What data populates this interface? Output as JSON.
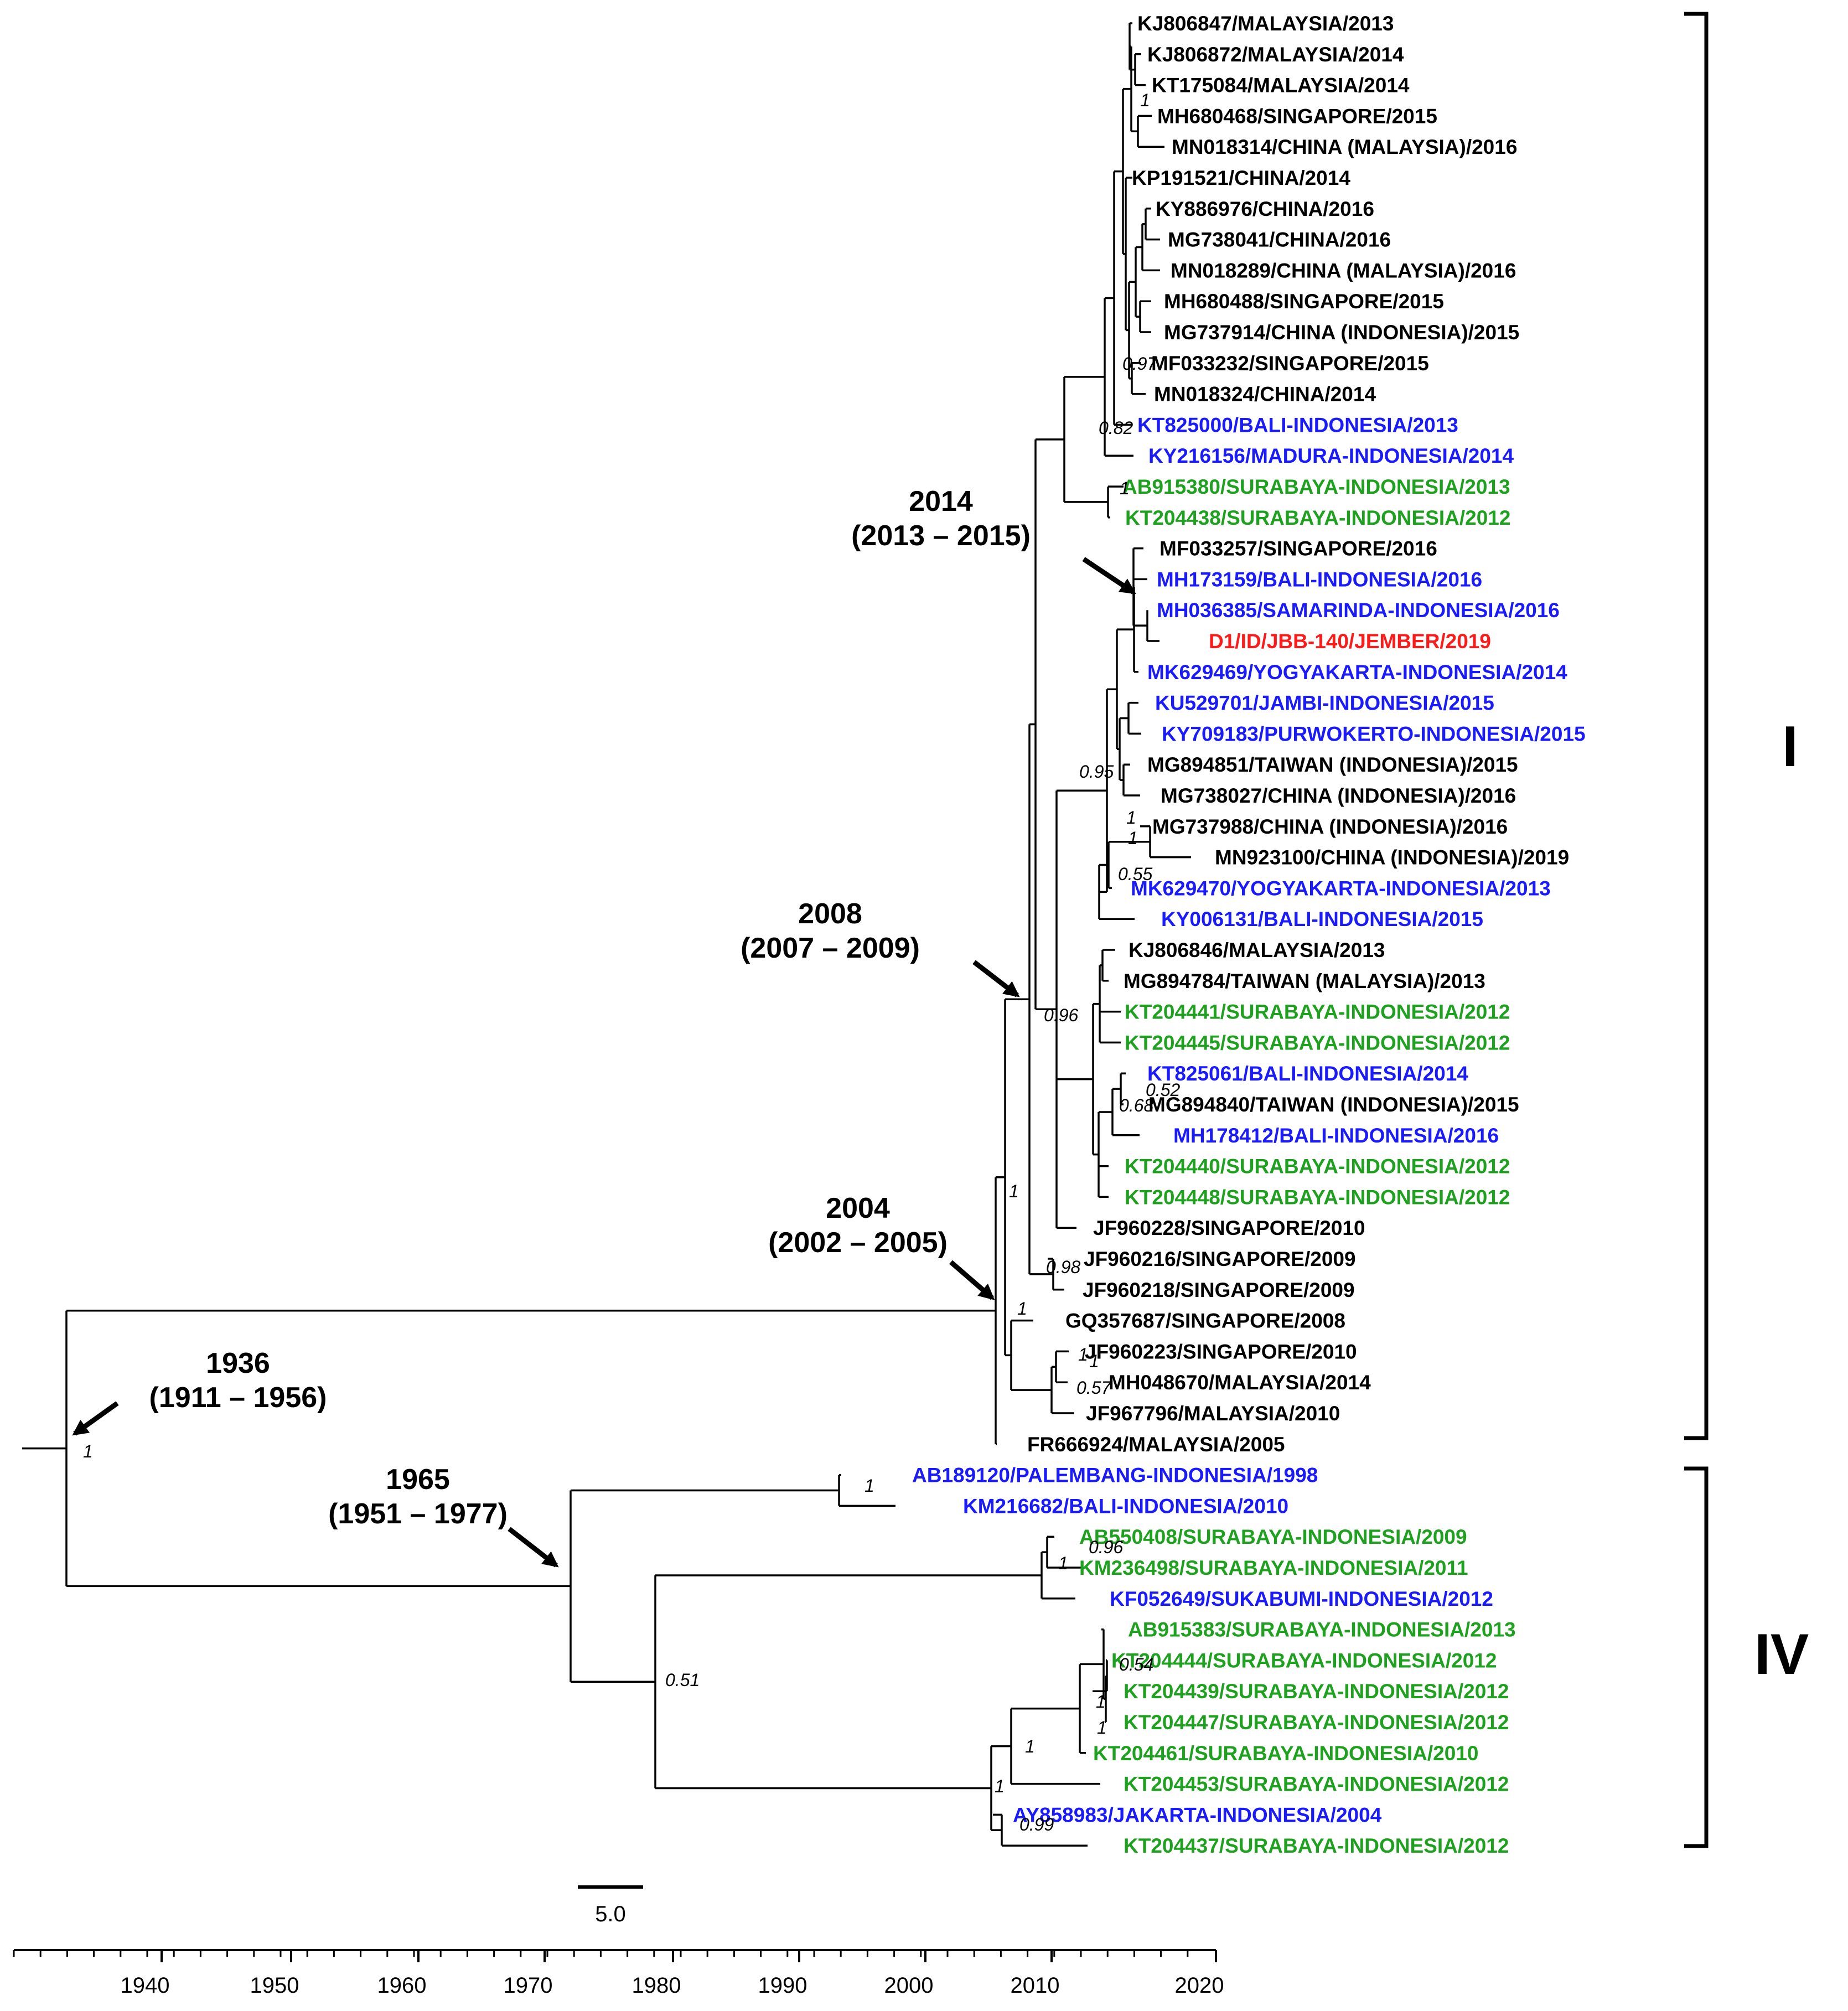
{
  "colors": {
    "black": "#000000",
    "blue": "#1a1aff",
    "green": "#1ea11e",
    "red": "#ff1a1a"
  },
  "tips": [
    {
      "label": "KJ806847/MALAYSIA/2013",
      "color": "black"
    },
    {
      "label": "KJ806872/MALAYSIA/2014",
      "color": "black"
    },
    {
      "label": "KT175084/MALAYSIA/2014",
      "color": "black"
    },
    {
      "label": "MH680468/SINGAPORE/2015",
      "color": "black"
    },
    {
      "label": "MN018314/CHINA (MALAYSIA)/2016",
      "color": "black"
    },
    {
      "label": "KP191521/CHINA/2014",
      "color": "black"
    },
    {
      "label": "KY886976/CHINA/2016",
      "color": "black"
    },
    {
      "label": "MG738041/CHINA/2016",
      "color": "black"
    },
    {
      "label": "MN018289/CHINA (MALAYSIA)/2016",
      "color": "black"
    },
    {
      "label": "MH680488/SINGAPORE/2015",
      "color": "black"
    },
    {
      "label": "MG737914/CHINA (INDONESIA)/2015",
      "color": "black"
    },
    {
      "label": "MF033232/SINGAPORE/2015",
      "color": "black"
    },
    {
      "label": "MN018324/CHINA/2014",
      "color": "black"
    },
    {
      "label": "KT825000/BALI-INDONESIA/2013",
      "color": "blue"
    },
    {
      "label": "KY216156/MADURA-INDONESIA/2014",
      "color": "blue"
    },
    {
      "label": "AB915380/SURABAYA-INDONESIA/2013",
      "color": "green"
    },
    {
      "label": "KT204438/SURABAYA-INDONESIA/2012",
      "color": "green"
    },
    {
      "label": "MF033257/SINGAPORE/2016",
      "color": "black"
    },
    {
      "label": "MH173159/BALI-INDONESIA/2016",
      "color": "blue"
    },
    {
      "label": "MH036385/SAMARINDA-INDONESIA/2016",
      "color": "blue"
    },
    {
      "label": "D1/ID/JBB-140/JEMBER/2019",
      "color": "red"
    },
    {
      "label": "MK629469/YOGYAKARTA-INDONESIA/2014",
      "color": "blue"
    },
    {
      "label": "KU529701/JAMBI-INDONESIA/2015",
      "color": "blue"
    },
    {
      "label": "KY709183/PURWOKERTO-INDONESIA/2015",
      "color": "blue"
    },
    {
      "label": "MG894851/TAIWAN (INDONESIA)/2015",
      "color": "black"
    },
    {
      "label": "MG738027/CHINA (INDONESIA)/2016",
      "color": "black"
    },
    {
      "label": "MG737988/CHINA (INDONESIA)/2016",
      "color": "black"
    },
    {
      "label": "MN923100/CHINA (INDONESIA)/2019",
      "color": "black"
    },
    {
      "label": "MK629470/YOGYAKARTA-INDONESIA/2013",
      "color": "blue"
    },
    {
      "label": "KY006131/BALI-INDONESIA/2015",
      "color": "blue"
    },
    {
      "label": "KJ806846/MALAYSIA/2013",
      "color": "black"
    },
    {
      "label": "MG894784/TAIWAN (MALAYSIA)/2013",
      "color": "black"
    },
    {
      "label": "KT204441/SURABAYA-INDONESIA/2012",
      "color": "green"
    },
    {
      "label": "KT204445/SURABAYA-INDONESIA/2012",
      "color": "green"
    },
    {
      "label": "KT825061/BALI-INDONESIA/2014",
      "color": "blue"
    },
    {
      "label": "MG894840/TAIWAN (INDONESIA)/2015",
      "color": "black"
    },
    {
      "label": "MH178412/BALI-INDONESIA/2016",
      "color": "blue"
    },
    {
      "label": "KT204440/SURABAYA-INDONESIA/2012",
      "color": "green"
    },
    {
      "label": "KT204448/SURABAYA-INDONESIA/2012",
      "color": "green"
    },
    {
      "label": "JF960228/SINGAPORE/2010",
      "color": "black"
    },
    {
      "label": "JF960216/SINGAPORE/2009",
      "color": "black"
    },
    {
      "label": "JF960218/SINGAPORE/2009",
      "color": "black"
    },
    {
      "label": "GQ357687/SINGAPORE/2008",
      "color": "black"
    },
    {
      "label": "JF960223/SINGAPORE/2010",
      "color": "black"
    },
    {
      "label": "MH048670/MALAYSIA/2014",
      "color": "black"
    },
    {
      "label": "JF967796/MALAYSIA/2010",
      "color": "black"
    },
    {
      "label": "FR666924/MALAYSIA/2005",
      "color": "black"
    },
    {
      "label": "AB189120/PALEMBANG-INDONESIA/1998",
      "color": "blue"
    },
    {
      "label": "KM216682/BALI-INDONESIA/2010",
      "color": "blue"
    },
    {
      "label": "AB550408/SURABAYA-INDONESIA/2009",
      "color": "green"
    },
    {
      "label": "KM236498/SURABAYA-INDONESIA/2011",
      "color": "green"
    },
    {
      "label": "KF052649/SUKABUMI-INDONESIA/2012",
      "color": "blue"
    },
    {
      "label": "AB915383/SURABAYA-INDONESIA/2013",
      "color": "green"
    },
    {
      "label": "KT204444/SURABAYA-INDONESIA/2012",
      "color": "green"
    },
    {
      "label": "KT204439/SURABAYA-INDONESIA/2012",
      "color": "green"
    },
    {
      "label": "KT204447/SURABAYA-INDONESIA/2012",
      "color": "green"
    },
    {
      "label": "KT204461/SURABAYA-INDONESIA/2010",
      "color": "green"
    },
    {
      "label": "KT204453/SURABAYA-INDONESIA/2012",
      "color": "green"
    },
    {
      "label": "AY858983/JAKARTA-INDONESIA/2004",
      "color": "blue"
    },
    {
      "label": "KT204437/SURABAYA-INDONESIA/2012",
      "color": "green"
    }
  ],
  "support_values": [
    "1",
    "0.97",
    "0.82",
    "1",
    "0.95",
    "1",
    "0.55",
    "1",
    "0.96",
    "0.52",
    "0.68",
    "1",
    "0.98",
    "1",
    "1",
    "0.57",
    "1",
    "1",
    "1",
    "0.96",
    "1",
    "0.51",
    "0.54",
    "1",
    "1",
    "1",
    "1",
    "0.99"
  ],
  "annotations": [
    {
      "year": "2014",
      "range": "(2013 – 2015)"
    },
    {
      "year": "2008",
      "range": "(2007 – 2009)"
    },
    {
      "year": "2004",
      "range": "(2002 – 2005)"
    },
    {
      "year": "1936",
      "range": "(1911 – 1956)"
    },
    {
      "year": "1965",
      "range": "(1951 – 1977)"
    }
  ],
  "clades": [
    "I",
    "IV"
  ],
  "scale_bar": "5.0",
  "axis_ticks": [
    "1940",
    "1950",
    "1960",
    "1970",
    "1980",
    "1990",
    "2000",
    "2010",
    "2020"
  ]
}
